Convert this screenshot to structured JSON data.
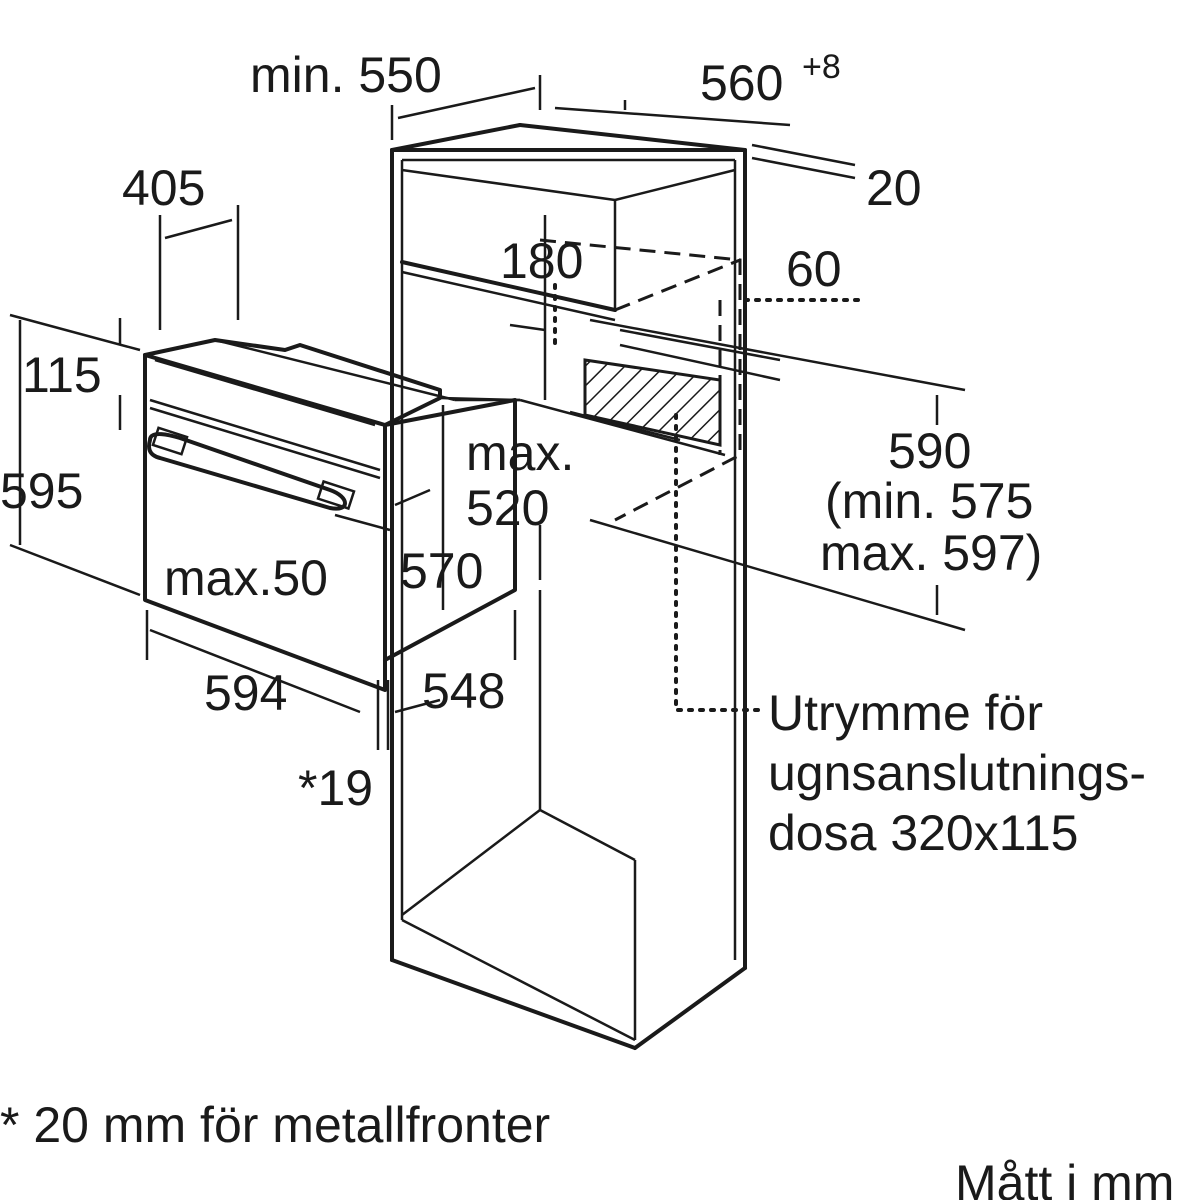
{
  "labels": {
    "min_550": "min. 550",
    "w_560": "560",
    "w_560_tol": "+8",
    "d_20": "20",
    "d_405": "405",
    "d_180": "180",
    "d_60": "60",
    "d_115": "115",
    "d_595": "595",
    "max_label": "max.",
    "d_520": "520",
    "d_590": "590",
    "d_590_min": "(min. 575",
    "d_590_max": "max. 597)",
    "max_50": "max.50",
    "d_570": "570",
    "d_594": "594",
    "d_548": "548",
    "d_19": "*19",
    "socket_line1": "Utrymme för",
    "socket_line2": "ugnsanslutnings-",
    "socket_line3": "dosa 320x115",
    "footnote": "* 20 mm för metallfronter",
    "units": "Mått i mm"
  }
}
